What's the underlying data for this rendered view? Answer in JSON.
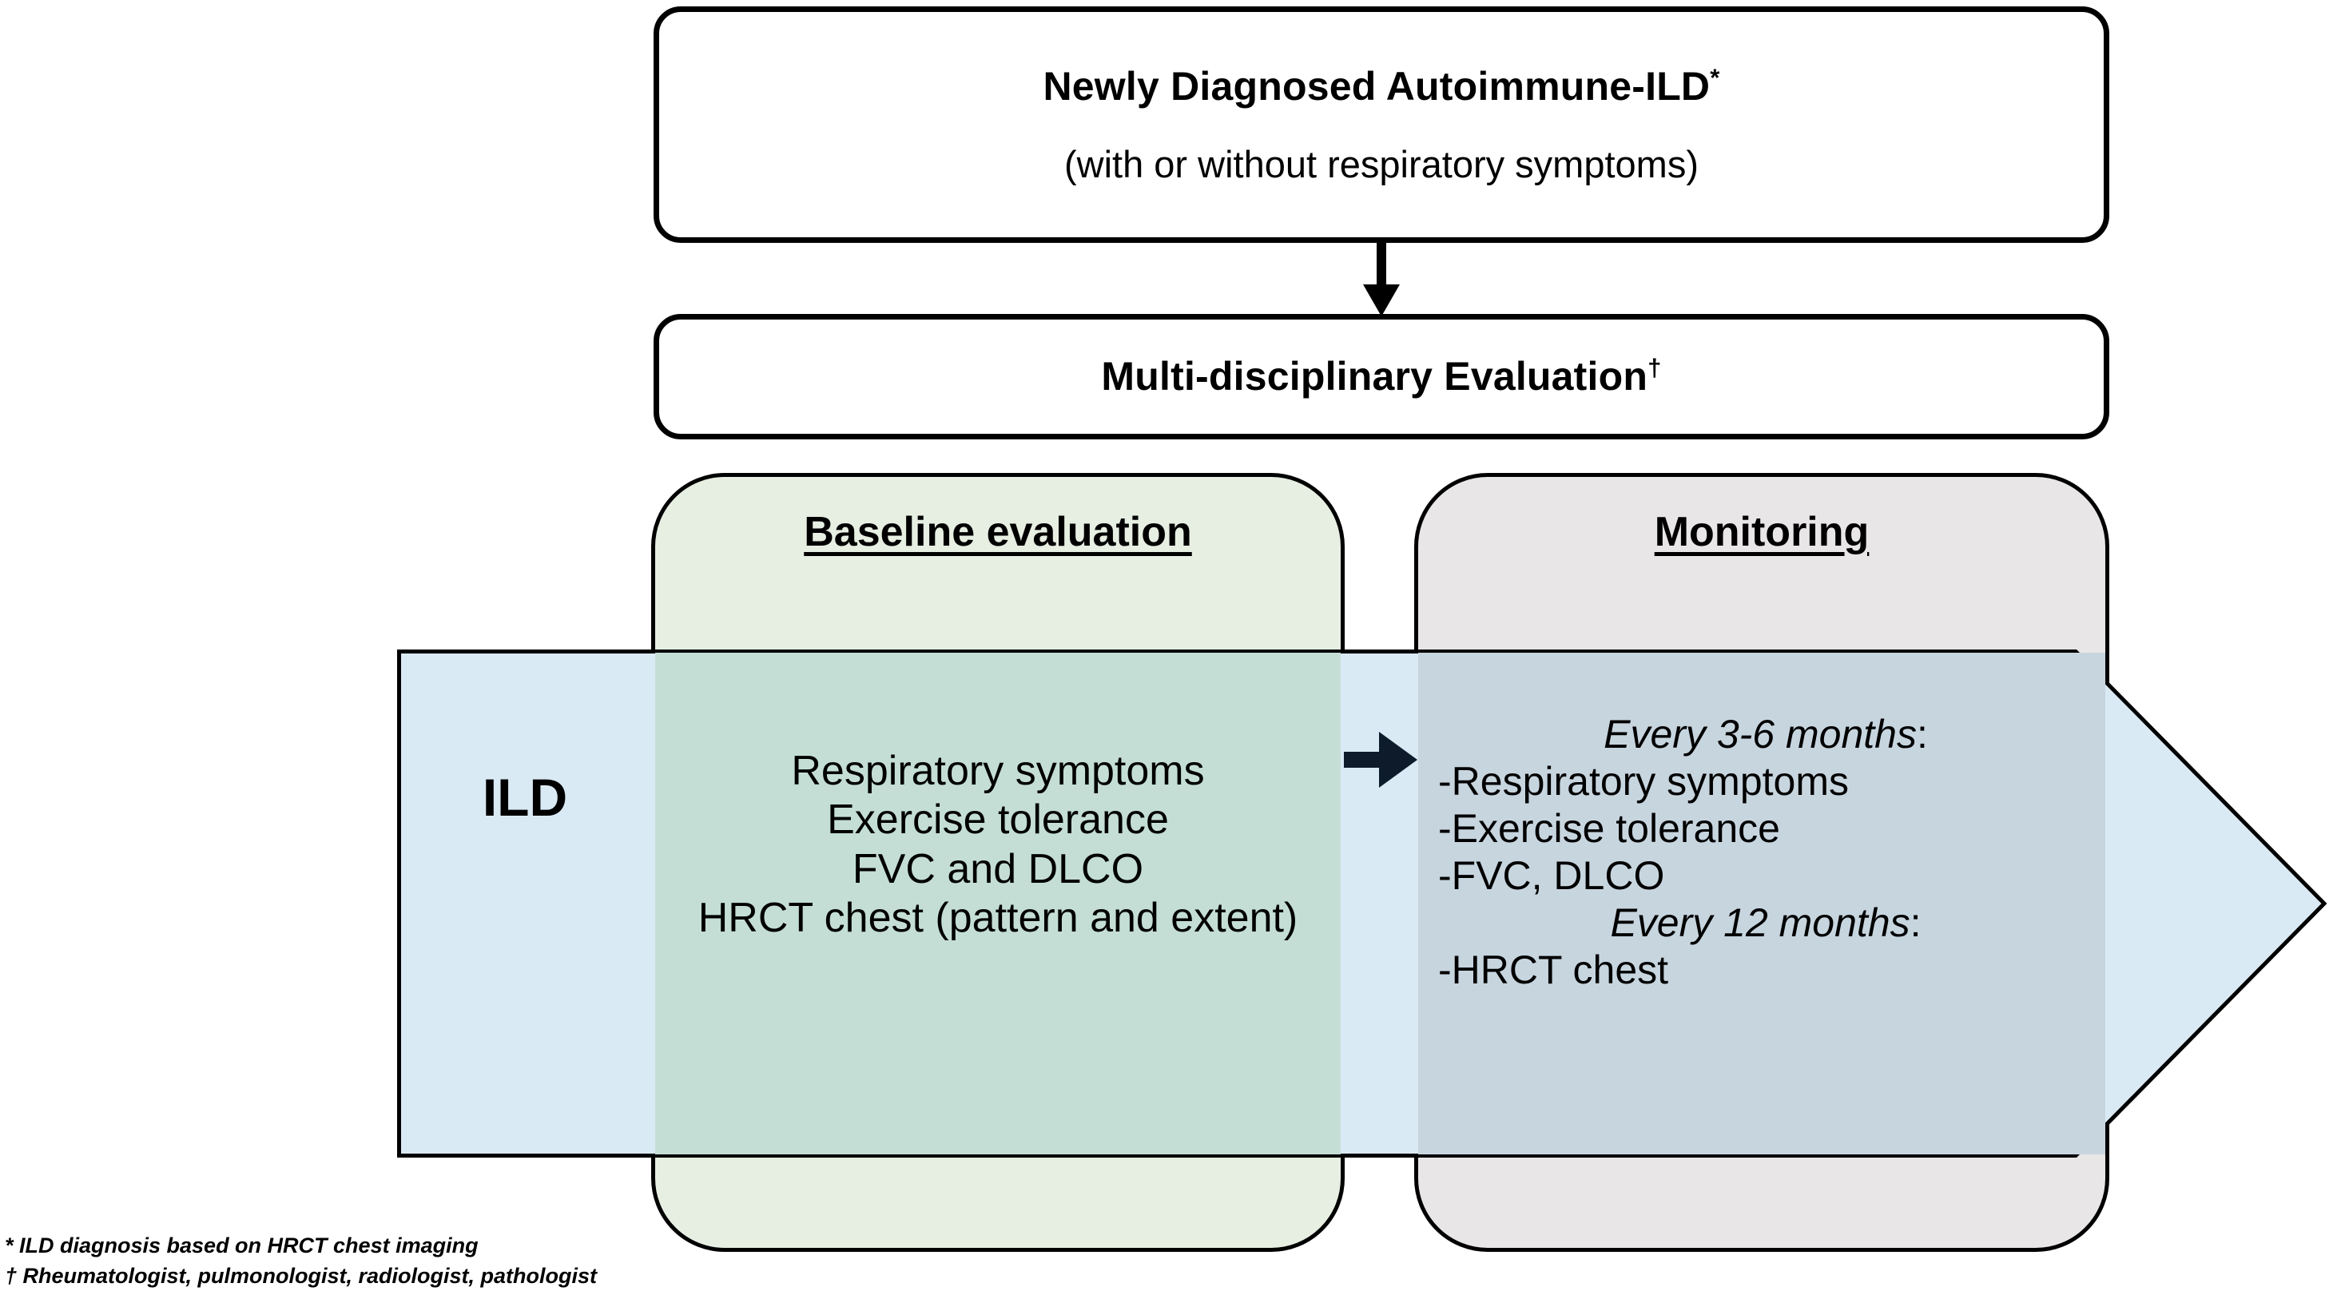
{
  "diagram": {
    "type": "clinical-flowchart",
    "top_boxes": [
      {
        "id": "newly-diagnosed",
        "title": "Newly Diagnosed Autoimmune-ILD",
        "title_marker": "*",
        "subtitle": "(with or without respiratory symptoms)"
      },
      {
        "id": "multidisciplinary-evaluation",
        "title": "Multi-disciplinary Evaluation",
        "title_marker": "†"
      }
    ],
    "band": {
      "label": "ILD",
      "fill_color": "#daeaf5",
      "border_color": "#000000"
    },
    "panels": [
      {
        "id": "baseline",
        "heading": "Baseline evaluation",
        "fill_color": "#e6efe2",
        "items": [
          "Respiratory symptoms",
          "Exercise tolerance",
          "FVC and DLCO",
          "HRCT chest (pattern and extent)"
        ]
      },
      {
        "id": "monitoring",
        "heading": "Monitoring",
        "fill_color": "#e9e6e7",
        "groups": [
          {
            "interval": "Every 3-6 months",
            "items": [
              "-Respiratory symptoms",
              "-Exercise tolerance",
              "-FVC, DLCO"
            ]
          },
          {
            "interval": "Every 12 months",
            "items": [
              "-HRCT chest"
            ]
          }
        ]
      }
    ],
    "footnotes": [
      "* ILD diagnosis based on HRCT chest imaging",
      "† Rheumatologist, pulmonologist, radiologist, pathologist"
    ]
  }
}
